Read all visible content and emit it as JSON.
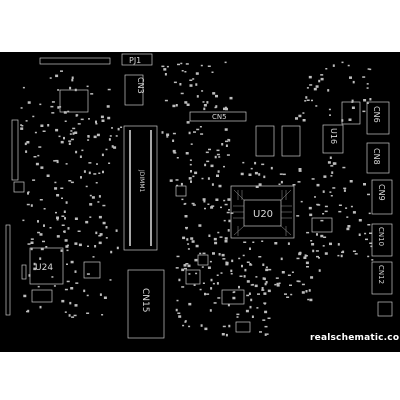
{
  "labels": {
    "pj1": "PJ1",
    "cn3": "CN3",
    "cn5": "CN5",
    "cn6": "CN6",
    "cn8": "CN8",
    "cn9": "CN9",
    "cn10": "CN10",
    "cn12": "CN12",
    "cn15": "CN15",
    "u16": "U16",
    "u20": "U20",
    "u24": "U24",
    "ddr": "JDIMM1"
  },
  "watermark": "realschematic.com",
  "colors": {
    "background": "#000000",
    "outline": "#c8c8c8",
    "pad": "#bdbdbd",
    "label": "#d8d8d8"
  }
}
